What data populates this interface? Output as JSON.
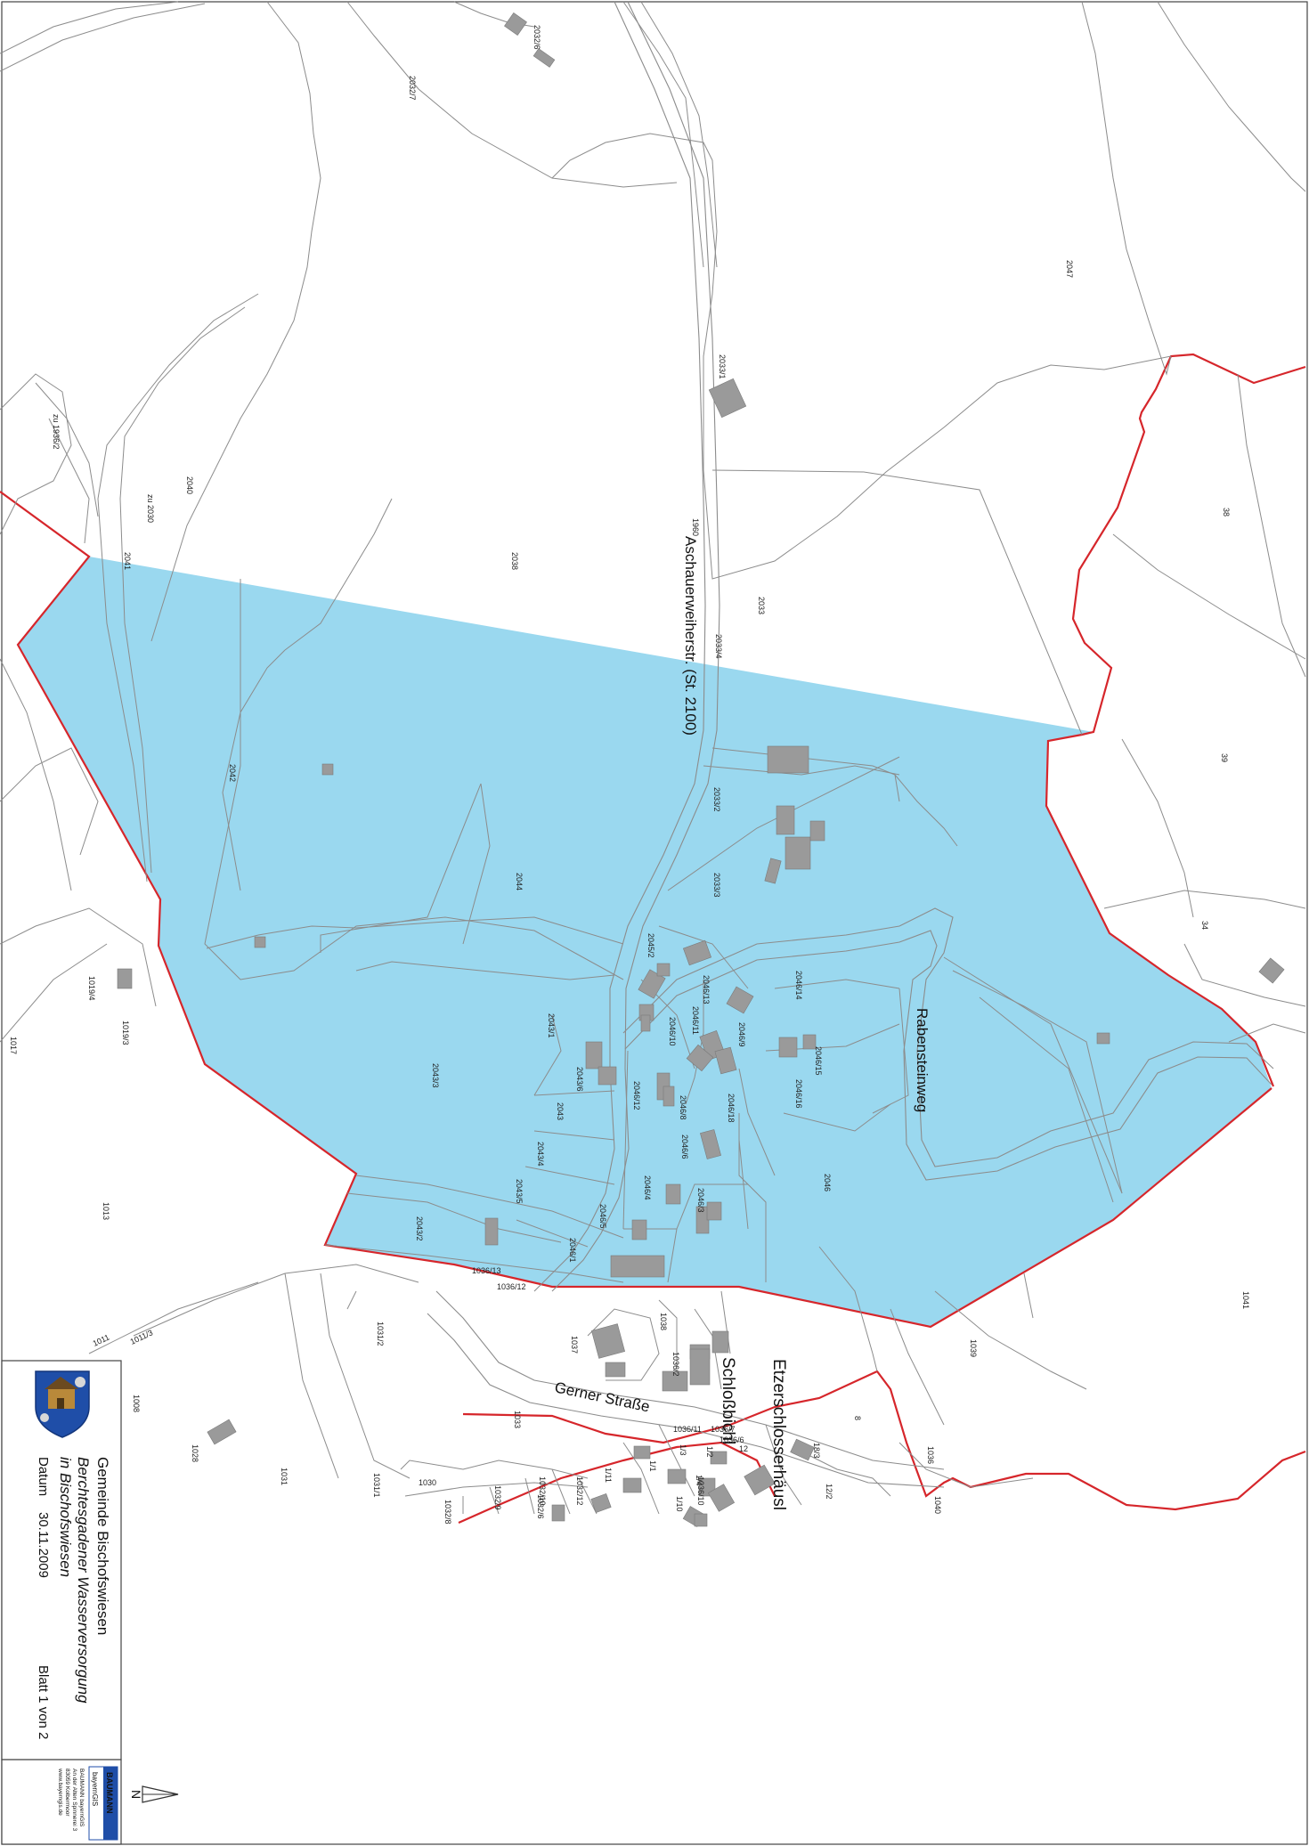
{
  "colors": {
    "zone_fill": "#9ad8ef",
    "boundary": "#d6262b",
    "parcel_line": "#8c8c8c",
    "building": "#9a9a9a",
    "logo_blue": "#1f4ea8"
  },
  "title_block": {
    "municipality": "Gemeinde Bischofswiesen",
    "project_line1": "Berchtesgadener Wasserversorgung",
    "project_line2": "in Bischofswiesen",
    "date_label": "Datum",
    "date_value": "30.11.2009",
    "sheet": "Blatt 1 von 2",
    "coat_of_arms_icon": "coat-of-arms-icon"
  },
  "company": {
    "logo_line1": "BAUMANN",
    "logo_line2": "bayernGIS",
    "address": [
      "BAUMANN bayernGIS",
      "An der Alten Spinnerei 3",
      "83059 Kolbermoor",
      "www.bayerngis.de"
    ]
  },
  "north_arrow": {
    "label": "N",
    "icon": "north-arrow-icon"
  },
  "streets": {
    "aschauerweiher": "Aschauerweiherstr. (St. 2100)",
    "rabensteinweg": "Rabensteinweg",
    "gerner": "Gerner Straße",
    "schlossbichl": "Schloßbichl",
    "etzerschlosserhausl": "Etzerschlosserhäusl"
  },
  "parcels": [
    "2032/6",
    "2032/7",
    "2040",
    "zu 1936/2",
    "zu 2030",
    "2041",
    "2038",
    "2033/1",
    "1960",
    "2033",
    "2047",
    "38",
    "39",
    "34",
    "2033/4",
    "2042",
    "2044",
    "2033/2",
    "2033/3",
    "2045/2",
    "2046/14",
    "2046/13",
    "2046/11",
    "2046/10",
    "2046/9",
    "2046/15",
    "2046/16",
    "2046/12",
    "2046/8",
    "2046/18",
    "2043/1",
    "2043/6",
    "2043/3",
    "2043",
    "2043/4",
    "2046/6",
    "2046/4",
    "2046/3",
    "2043/5",
    "2046/5",
    "2043/2",
    "2046/1",
    "2046",
    "1019/4",
    "1019/3",
    "1017",
    "1013",
    "1036/13",
    "1036/12",
    "1031/2",
    "1037",
    "1038",
    "1036/2",
    "1039",
    "1041",
    "1011",
    "1011/3",
    "1008",
    "1033",
    "1028",
    "1031",
    "1031/1",
    "1030",
    "1032/9",
    "1032/8",
    "1032/10",
    "1032/6",
    "1032/12",
    "1/11",
    "1/1",
    "1/3",
    "1/2",
    "1/4",
    "1/10",
    "1036/10",
    "1036/11",
    "1036/7",
    "1036/6",
    "12",
    "8",
    "18/3",
    "12/2",
    "1040",
    "1036"
  ]
}
